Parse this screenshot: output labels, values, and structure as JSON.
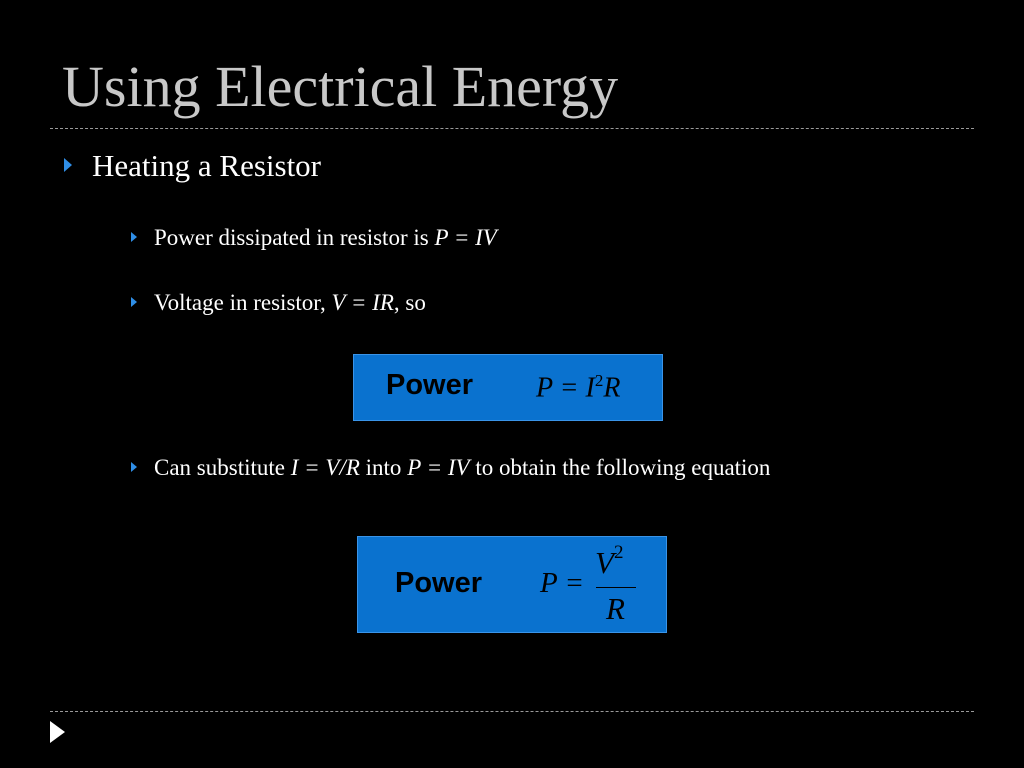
{
  "slide": {
    "title": "Using Electrical Energy",
    "bullet_1": "Heating a Resistor",
    "sub_1": {
      "prefix": "Power dissipated in resistor is ",
      "formula": "P = IV"
    },
    "sub_2": {
      "prefix": "Voltage in resistor, ",
      "formula": "V = IR",
      "suffix": ", so"
    },
    "box_1": {
      "label": "Power",
      "eq_left": "P = I",
      "eq_exp": "2",
      "eq_right": "R"
    },
    "sub_3": {
      "prefix": "Can substitute ",
      "formula_1": "I = V/R",
      "middle": " into ",
      "formula_2": "P = IV",
      "suffix": " to obtain the following equation"
    },
    "box_2": {
      "label": "Power",
      "eq_left": "P =",
      "numerator": "V",
      "num_exp": "2",
      "denominator": "R"
    }
  },
  "colors": {
    "background": "#000000",
    "title": "#c8c8c8",
    "bullet_arrow": "#2f8ee6",
    "box_fill": "#0a72cf"
  },
  "icons": {
    "bullet": "right-triangle-icon",
    "next": "play-icon"
  }
}
